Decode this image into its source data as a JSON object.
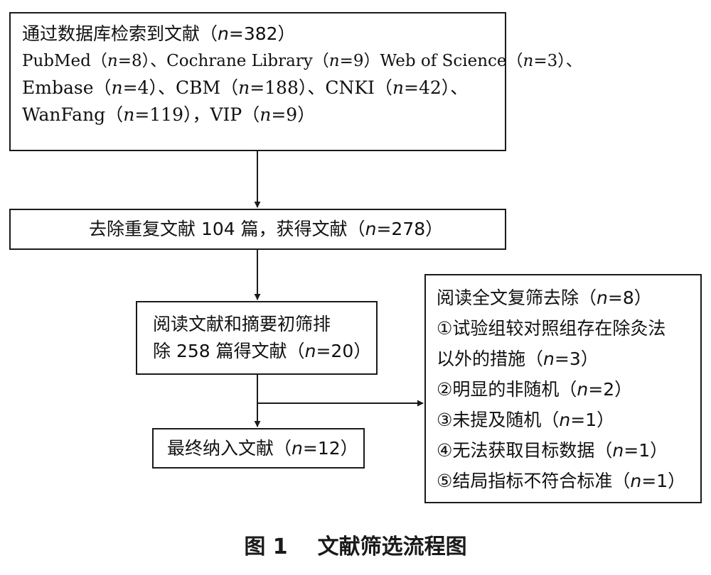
{
  "search": {
    "line1": {
      "t1": "通过数据库检索到文献（",
      "n": "n",
      "t2": "=382）"
    },
    "line2": {
      "a": "PubMed（",
      "an": "n",
      "a2": "=8）、",
      "b": "Cochrane Library（",
      "bn": "n",
      "b2": "=9）",
      "c": "Web of Science（",
      "cn": "n",
      "c2": "=3）、"
    },
    "line3": {
      "a": "Embase（",
      "an": "n",
      "a2": "=4）、",
      "b": "CBM（",
      "bn": "n",
      "b2": "=188）、",
      "c": "CNKI（",
      "cn": "n",
      "c2": "=42）、"
    },
    "line4": {
      "a": "WanFang（",
      "an": "n",
      "a2": "=119），",
      "b": "VIP（",
      "bn": "n",
      "b2": "=9）"
    }
  },
  "dedup": {
    "t1": "去除重复文献 104 篇，获得文献（",
    "n": "n",
    "t2": "=278）"
  },
  "screen": {
    "line1": "阅读文献和摘要初筛排",
    "line2": {
      "t1": "除 258 篇得文献（",
      "n": "n",
      "t2": "=20）"
    }
  },
  "final": {
    "t1": "最终纳入文献（",
    "n": "n",
    "t2": "=12）"
  },
  "exclude": {
    "title": {
      "t1": "阅读全文复筛去除（",
      "n": "n",
      "t2": "=8）"
    },
    "item1a": "①试验组较对照组存在除灸法",
    "item1b": {
      "t1": "以外的措施（",
      "n": "n",
      "t2": "=3）"
    },
    "item2": {
      "t1": "②明显的非随机（",
      "n": "n",
      "t2": "=2）"
    },
    "item3": {
      "t1": "③未提及随机（",
      "n": "n",
      "t2": "=1）"
    },
    "item4": {
      "t1": "④无法获取目标数据（",
      "n": "n",
      "t2": "=1）"
    },
    "item5": {
      "t1": "⑤结局指标不符合标准（",
      "n": "n",
      "t2": "=1）"
    }
  },
  "caption": {
    "number": "图 1",
    "title": "文献筛选流程图"
  },
  "colors": {
    "stroke": "#1a1a1a",
    "background": "#ffffff"
  }
}
